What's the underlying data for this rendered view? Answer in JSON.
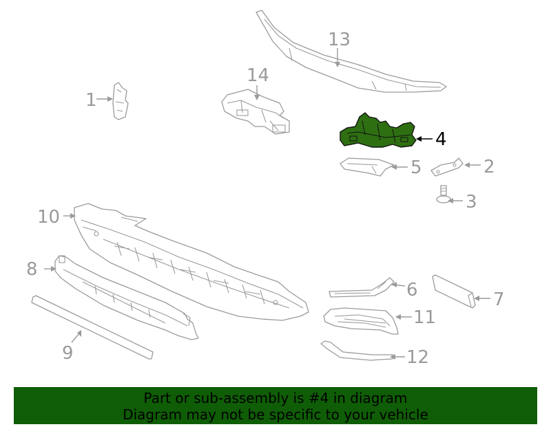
{
  "callouts": {
    "c1": "1",
    "c2": "2",
    "c3": "3",
    "c4": "4",
    "c5": "5",
    "c6": "6",
    "c7": "7",
    "c8": "8",
    "c9": "9",
    "c10": "10",
    "c11": "11",
    "c12": "12",
    "c13": "13",
    "c14": "14"
  },
  "highlight": {
    "part": "4",
    "fill_color": "#2e6f12"
  },
  "banner": {
    "line1": "Part or sub-assembly is #4 in diagram",
    "line2": "Diagram may not be specific to your vehicle",
    "background": "#0f5d06"
  }
}
